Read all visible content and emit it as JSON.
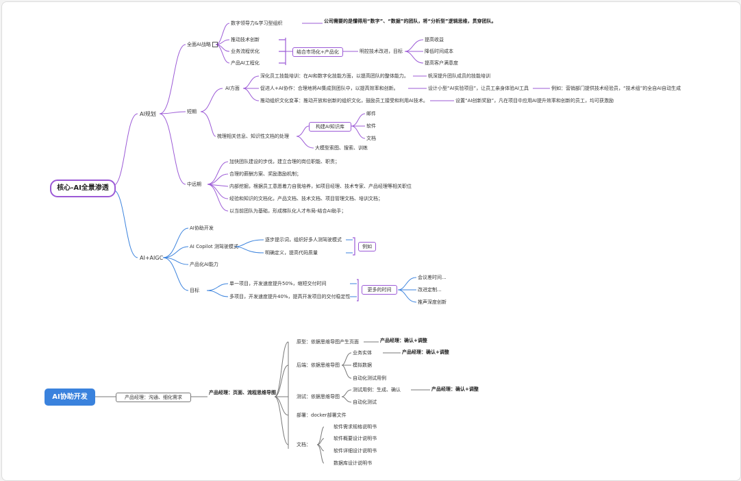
{
  "map1": {
    "root": "核心-AI全景渗透",
    "ai_plan": "AI规划",
    "ai_aigc": "AI+AIGC",
    "strategy": "全面AI战略",
    "digital_lead": "数字领导力&学习型组织",
    "digital_lead_note": "公司需要的是懂得用“数字”、“数据”的团队，将“分析型”逻辑思维，贯穿团队。",
    "tech_inno": "推动技术创新",
    "biz_opt": "业务流程优化",
    "product_ai": "产品AI工程化",
    "market_box": "结合市场化+产品化",
    "target_label": "明控技术改进，目标",
    "goal1": "提高收益",
    "goal2": "降低时间成本",
    "goal3": "提高客户满意度",
    "short_term": "短期",
    "ai_side": "AI方面",
    "ai_item1": "深化员工技能培训：在AI和数字化技能方面，以提高团队的整体能力。",
    "ai_item1_note": "帆深提升团队成员的技能培训",
    "ai_item2": "促进人+AI协作：合理地将AI集成到团队中，以提高效率和创新。",
    "ai_item2_mid": "设计小型“AI实验项目”，让员工亲身体验AI工具",
    "ai_item2_note": "例如：营销部门提供技术经验员，“技术组”的全自AI自动生成",
    "ai_item3": "推动组织文化变革：推动开放和创新的组织文化，鼓励员工接受和利用AI技术。",
    "ai_item3_note": "设置“AI创新奖励”，凡在项目中应用AI提升效率和创新的员工，均可获激励",
    "kb_item": "梳理相关信息、知识性文档的处理",
    "kb_box": "构建AI知识库",
    "kb1": "邮件",
    "kb2": "软件",
    "kb3": "文档",
    "kb_extra": "大模型索图、搜索、训练",
    "mid_term": "中远期",
    "mid1": "加快团队建设的步伐，建立合理的岗位职能、职责；",
    "mid2": "合理的薪酬方案、奖励激励机制；",
    "mid3": "内部挖掘，根据员工意愿着力自我培养，如项目经理、技术专家、产品经理等相关职位",
    "mid4": "经验和知识的文档化，产品文档、技术文档、项目管理文档、培训文档；",
    "mid5": "以当前团队为基础，形成梯队化人才布局-结合AI助手；",
    "aigc1": "AI协助开发",
    "aigc2": "AI Copilot 测驾驶模式",
    "copilot1": "逐步提示词，组织好多人测驾驶模式",
    "copilot2": "明确定义，提高代码质量",
    "example_box": "例如",
    "aigc3": "产品化AI能力",
    "aigc4": "目标",
    "target1": "单一项目，开发速度提升50%，缩短交付时间",
    "target2": "多项目，开发速度提升40%，提高开发项目的交付稳定性",
    "more_box": "更多的时间",
    "more1": "会议差时间...",
    "more2": "改进定制...",
    "more3": "推声深度创新"
  },
  "map2": {
    "root": "AI协助开发",
    "pm": "产品经理：沟通、细化需求",
    "pm_out": "产品经理：页面、流程思维导图",
    "design": "原型：依据思维导图产生页面",
    "design_note": "产品经理：确认+调整",
    "dev": "后端：依据思维导图",
    "dev1": "业务实体",
    "dev1_note": "产品经理：确认+调整",
    "dev2": "模拟数据",
    "dev3": "自动化测试用例",
    "test": "测试：依据思维导图",
    "test1": "测试用例：生成、确认",
    "test1_note": "产品经理：确认+调整",
    "test2": "自动化测试",
    "deploy": "部署：docker部署文件",
    "docs": "文档：",
    "doc1": "软件需求规格说明书",
    "doc2": "软件概要设计说明书",
    "doc3": "软件详细设计说明书",
    "doc4": "数据库设计说明书"
  },
  "colors": {
    "purple": "#9b59d6",
    "blue": "#3a82dd",
    "gray": "#777777"
  }
}
